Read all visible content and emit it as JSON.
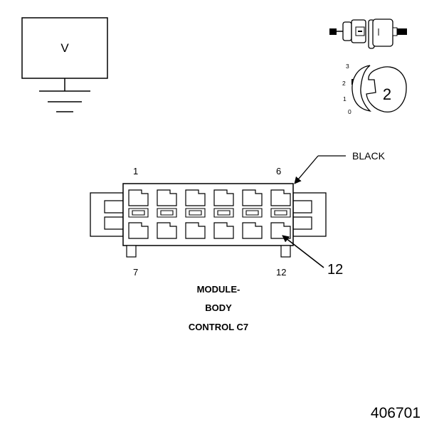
{
  "voltmeter": {
    "symbol": "V"
  },
  "ignition_switch": {
    "positions": [
      "3",
      "2",
      "1",
      "0"
    ],
    "selected": "2"
  },
  "connector": {
    "color_label": "BLACK",
    "pin_first_top": "1",
    "pin_last_top": "6",
    "pin_first_bottom": "7",
    "pin_last_bottom": "12",
    "callout_pin": "12",
    "title_lines": [
      "MODULE-",
      "BODY",
      "CONTROL C7"
    ]
  },
  "figure_number": "406701"
}
